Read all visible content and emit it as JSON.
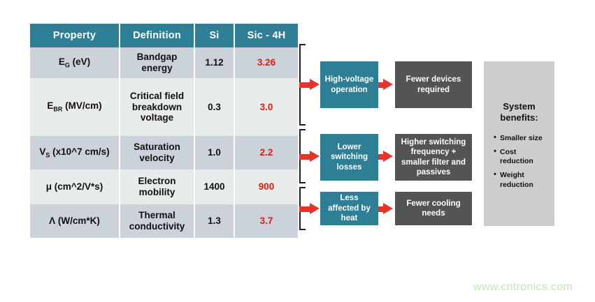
{
  "table": {
    "headers": [
      "Property",
      "Definition",
      "Si",
      "Sic - 4H"
    ],
    "rows": [
      {
        "property_main": "E",
        "property_sub": "G",
        "property_tail": " (eV)",
        "definition": "Bandgap\nenergy",
        "si": "1.12",
        "sic": "3.26"
      },
      {
        "property_main": "E",
        "property_sub": "BR",
        "property_tail": " (MV/cm)",
        "definition": "Critical field\nbreakdown\nvoltage",
        "si": "0.3",
        "sic": "3.0"
      },
      {
        "property_main": "V",
        "property_sub": "S",
        "property_tail": " (x10^7 cm/s)",
        "definition": "Saturation\nvelocity",
        "si": "1.0",
        "sic": "2.2"
      },
      {
        "property_main": "μ (cm^2/V*s)",
        "property_sub": "",
        "property_tail": "",
        "definition": "Electron\nmobility",
        "si": "1400",
        "sic": "900"
      },
      {
        "property_main": "Λ (W/cm*K)",
        "property_sub": "",
        "property_tail": "",
        "definition": "Thermal\nconductivity",
        "si": "1.3",
        "sic": "3.7"
      }
    ]
  },
  "flow": {
    "rows": [
      {
        "cause": "High-voltage\noperation",
        "effect": "Fewer devices\nrequired"
      },
      {
        "cause": "Lower\nswitching\nlosses",
        "effect": "Higher switching\nfrequency +\nsmaller filter and\npassives"
      },
      {
        "cause": "Less\naffected by\nheat",
        "effect": "Fewer cooling\nneeds"
      }
    ]
  },
  "benefits": {
    "title": "System\nbenefits:",
    "items": [
      "Smaller size",
      "Cost\nreduction",
      "Weight\nreduction"
    ]
  },
  "watermark": "www.cntronics.com",
  "colors": {
    "teal": "#2e7f96",
    "dark_gray": "#545454",
    "light_gray_panel": "#cdcdcd",
    "row_dark": "#ccd2da",
    "row_light": "#e7eceb",
    "accent_red": "#e8332a",
    "value_red": "#d81f12",
    "watermark_green": "#c6e3b8"
  }
}
